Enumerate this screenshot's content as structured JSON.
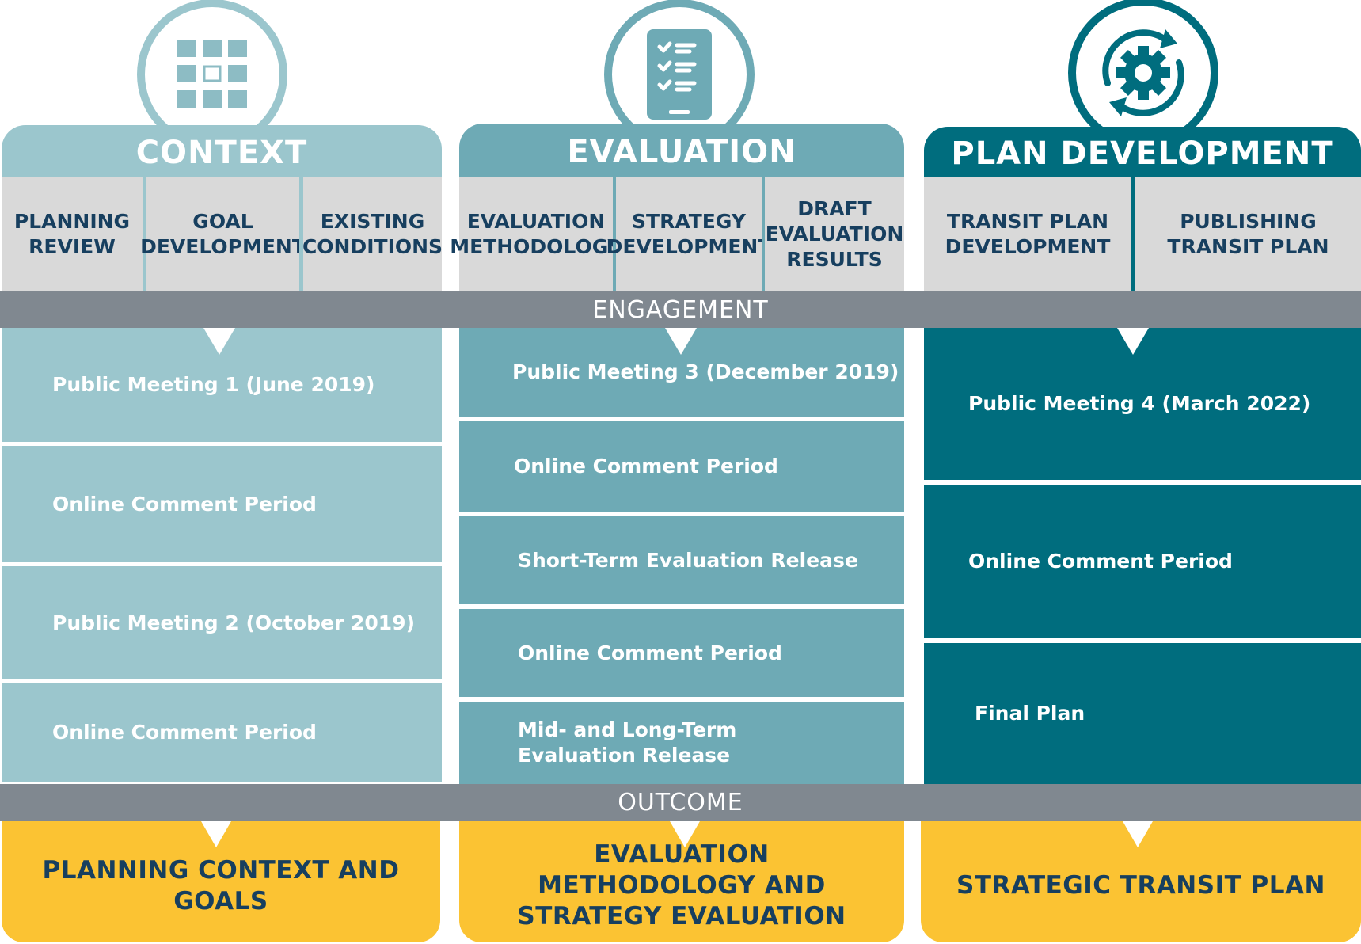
{
  "colors": {
    "context": "#9bc6cd",
    "evaluation": "#6eaab5",
    "plan": "#006d7e",
    "engagement_bar": "#808890",
    "outcome": "#fbc333",
    "subheader_bg": "#d9d9d9",
    "subheader_text": "#173f5f"
  },
  "phases": [
    {
      "title": "CONTEXT",
      "icon": "grid-icon",
      "subphases": [
        "PLANNING\nREVIEW",
        "GOAL\nDEVELOPMENT",
        "EXISTING\nCONDITIONS"
      ],
      "engagement": [
        "Public Meeting 1 (June 2019)",
        "Online Comment Period",
        "Public Meeting 2 (October 2019)",
        "Online Comment Period"
      ],
      "outcome": "PLANNING CONTEXT AND GOALS"
    },
    {
      "title": "EVALUATION",
      "icon": "checklist-tablet-icon",
      "subphases": [
        "EVALUATION\nMETHODOLOGY",
        "STRATEGY\nDEVELOPMENT",
        "DRAFT\nEVALUATION\nRESULTS"
      ],
      "engagement": [
        "Public Meeting 3 (December 2019)",
        "Online Comment Period",
        "Short-Term Evaluation Release",
        "Online Comment Period",
        "Mid- and Long-Term Evaluation Release"
      ],
      "outcome": "EVALUATION METHODOLOGY AND STRATEGY EVALUATION"
    },
    {
      "title": "PLAN DEVELOPMENT",
      "icon": "gear-cycle-icon",
      "subphases": [
        "TRANSIT PLAN\nDEVELOPMENT",
        "PUBLISHING\nTRANSIT PLAN"
      ],
      "engagement": [
        "Public Meeting 4 (March 2022)",
        "Online Comment Period",
        "Final Plan"
      ],
      "outcome": "STRATEGIC TRANSIT PLAN"
    }
  ],
  "bars": {
    "engagement": "ENGAGEMENT",
    "outcome": "OUTCOME"
  }
}
